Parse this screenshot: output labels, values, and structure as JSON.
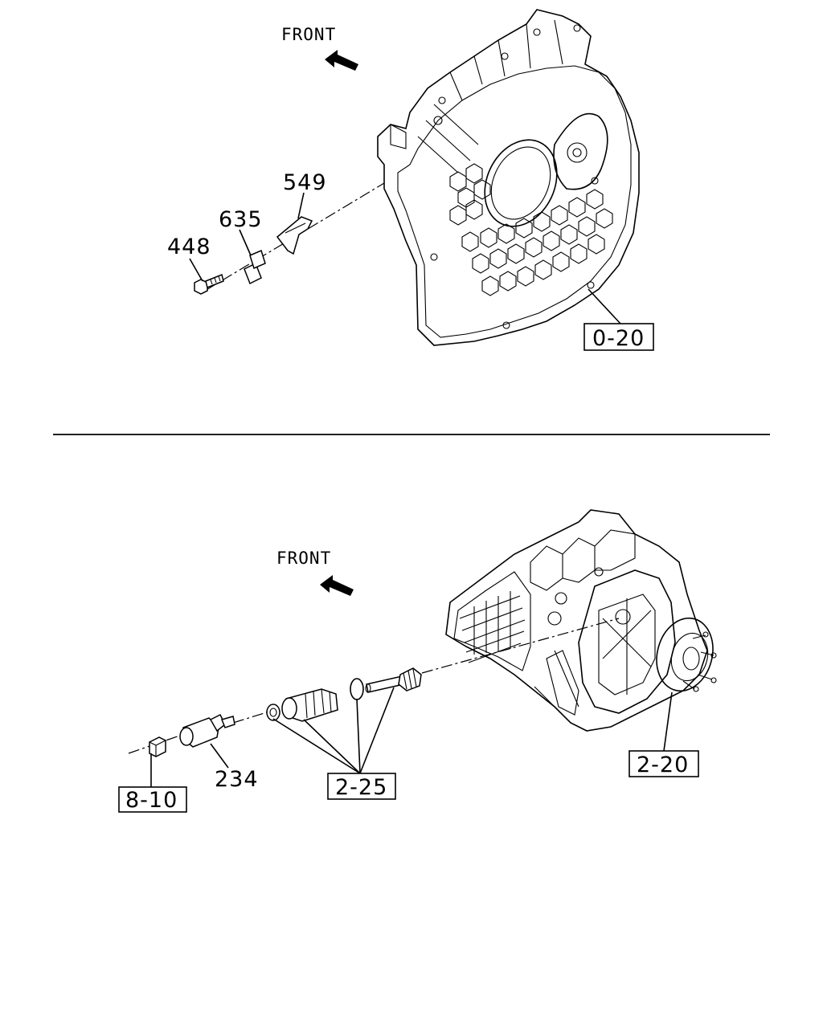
{
  "top_section": {
    "front_label": "FRONT",
    "callouts": {
      "c549": "549",
      "c635": "635",
      "c448": "448"
    },
    "ref_box": "0-20"
  },
  "bottom_section": {
    "front_label": "FRONT",
    "callouts": {
      "c234": "234"
    },
    "ref_boxes": {
      "r810": "8-10",
      "r225": "2-25",
      "r220": "2-20"
    }
  }
}
